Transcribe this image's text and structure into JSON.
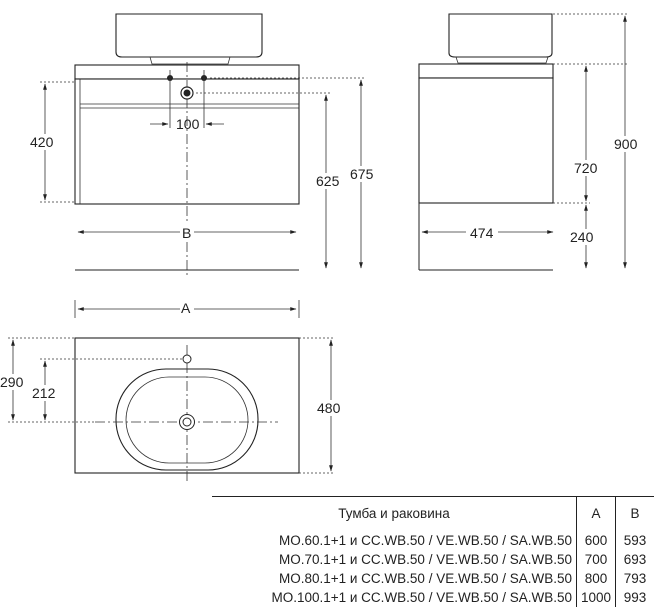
{
  "dimensions": {
    "front_view": {
      "cabinet_height": "420",
      "tap_spacing": "100",
      "height_with_basin_top": "675",
      "drain_height": "625",
      "width": "B"
    },
    "side_view": {
      "total_height": "900",
      "top_height": "720",
      "floor_gap": "240",
      "depth": "474"
    },
    "top_view": {
      "width": "A",
      "depth": "480",
      "basin_offset": "290",
      "basin_center": "212"
    }
  },
  "table": {
    "headers": {
      "model": "Тумба и раковина",
      "a": "A",
      "b": "B"
    },
    "rows": [
      {
        "model": "MO.60.1+1 и CC.WB.50 / VE.WB.50 / SA.WB.50",
        "a": "600",
        "b": "593"
      },
      {
        "model": "MO.70.1+1 и CC.WB.50 / VE.WB.50 / SA.WB.50",
        "a": "700",
        "b": "693"
      },
      {
        "model": "MO.80.1+1 и CC.WB.50 / VE.WB.50 / SA.WB.50",
        "a": "800",
        "b": "793"
      },
      {
        "model": "MO.100.1+1 и CC.WB.50 / VE.WB.50 / SA.WB.50",
        "a": "1000",
        "b": "993"
      }
    ]
  }
}
